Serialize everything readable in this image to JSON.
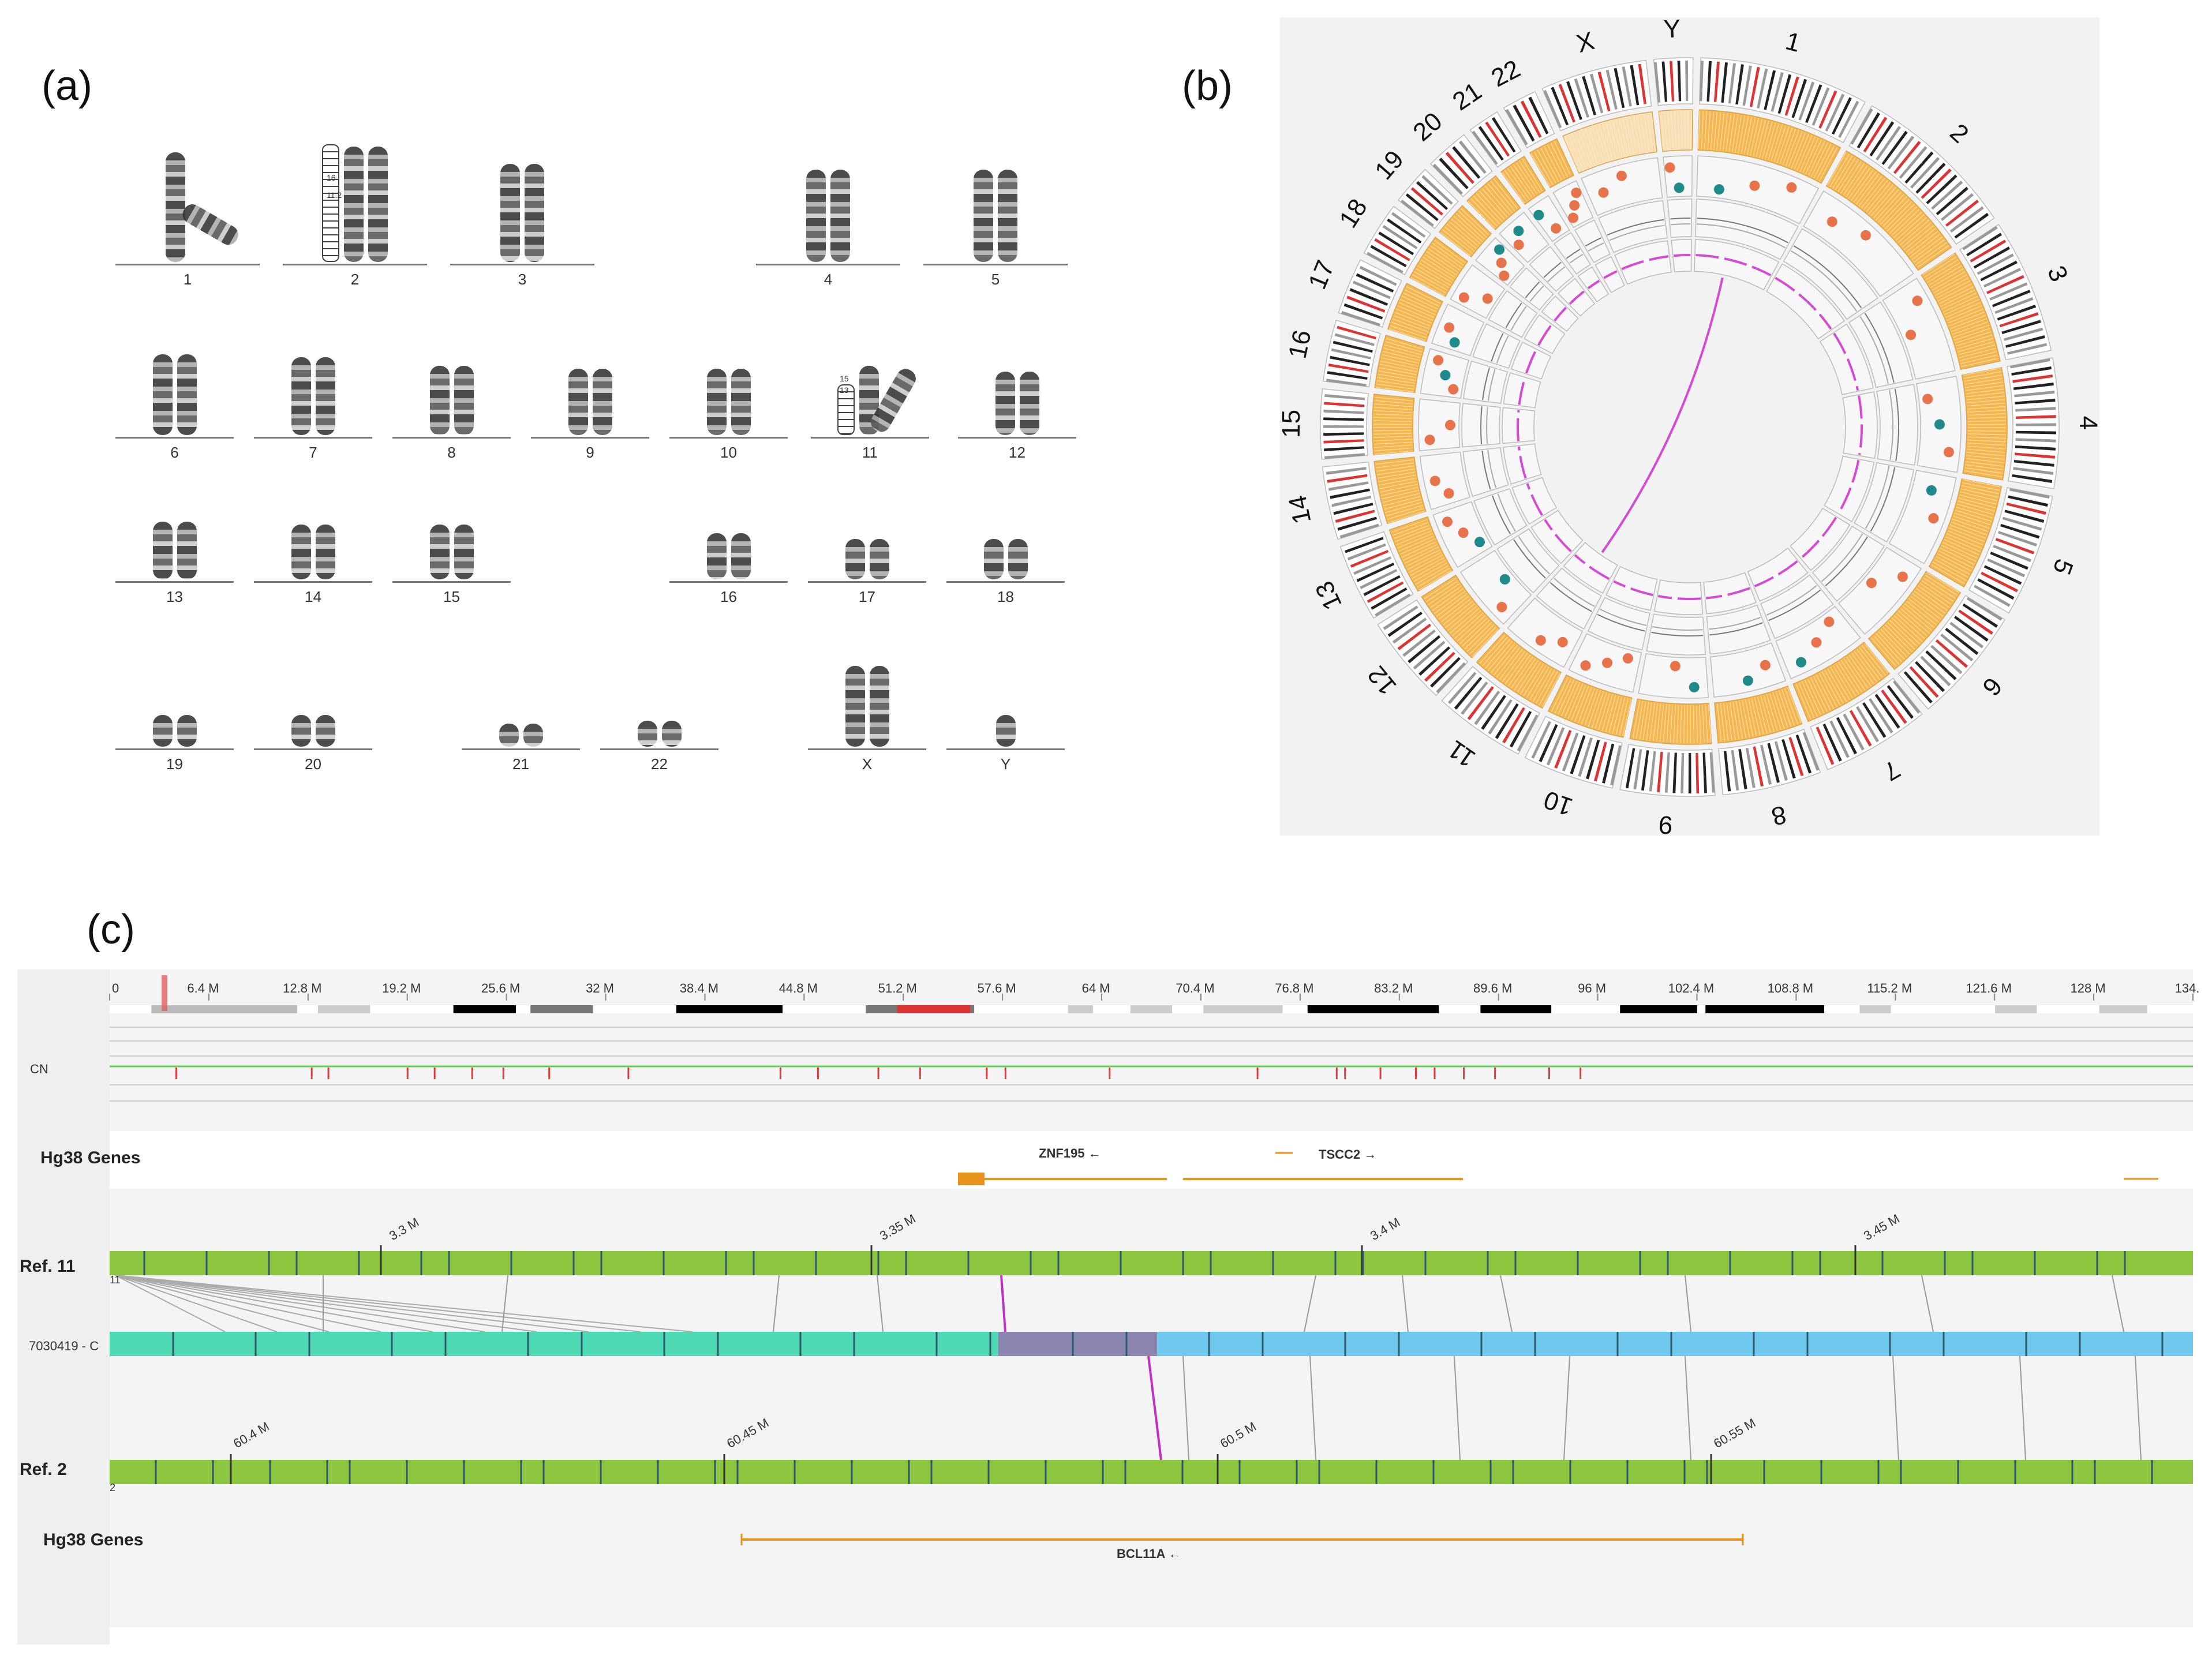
{
  "panels": {
    "a": "(a)",
    "b": "(b)",
    "c": "(c)"
  },
  "karyotype": {
    "rows": [
      [
        "1",
        "2",
        "3",
        "4",
        "5"
      ],
      [
        "6",
        "7",
        "8",
        "9",
        "10",
        "11",
        "12"
      ],
      [
        "13",
        "14",
        "15",
        "16",
        "17",
        "18"
      ],
      [
        "19",
        "20",
        "21",
        "22",
        "X",
        "Y"
      ]
    ],
    "chr2_bands": [
      "16",
      "11.2"
    ],
    "chr11_bands": [
      "15",
      "13"
    ]
  },
  "circos": {
    "labels": [
      "1",
      "2",
      "3",
      "4",
      "5",
      "6",
      "7",
      "8",
      "9",
      "10",
      "11",
      "12",
      "13",
      "14",
      "15",
      "16",
      "17",
      "18",
      "19",
      "20",
      "21",
      "22",
      "X",
      "Y"
    ],
    "colors": {
      "band": "#f6b64e",
      "dot_orange": "#e8734a",
      "dot_teal": "#1f8a8a",
      "link": "#d54ad2"
    }
  },
  "genome_view": {
    "ruler_ticks": [
      "0",
      "6.4 M",
      "12.8 M",
      "19.2 M",
      "25.6 M",
      "32 M",
      "38.4 M",
      "44.8 M",
      "51.2 M",
      "57.6 M",
      "64 M",
      "70.4 M",
      "76.8 M",
      "83.2 M",
      "89.6 M",
      "96 M",
      "102.4 M",
      "108.8 M",
      "115.2 M",
      "121.6 M",
      "128 M",
      "134."
    ],
    "cn_label": "CN",
    "genes_top_label": "Hg38 Genes",
    "gene_znf": "ZNF195 ←",
    "gene_tscc": "TSCC2 →",
    "ref11_label": "Ref. 11",
    "ref11_num": "11",
    "ref11_ticks": [
      "3.3 M",
      "3.35 M",
      "3.4 M",
      "3.45 M"
    ],
    "contig_label": "7030419 - C",
    "ref2_label": "Ref. 2",
    "ref2_num": "2",
    "ref2_ticks": [
      "60.4 M",
      "60.45 M",
      "60.5 M",
      "60.55 M"
    ],
    "genes_bottom_label": "Hg38 Genes",
    "gene_bcl": "BCL11A ←",
    "colors": {
      "ref": "#8cc63f",
      "contig_a": "#4dd9b3",
      "contig_b": "#8a86b0",
      "contig_c": "#6ec8ee",
      "gene": "#e8931c",
      "cn_line": "#66cc55",
      "cn_mark": "#e23b3b"
    }
  }
}
